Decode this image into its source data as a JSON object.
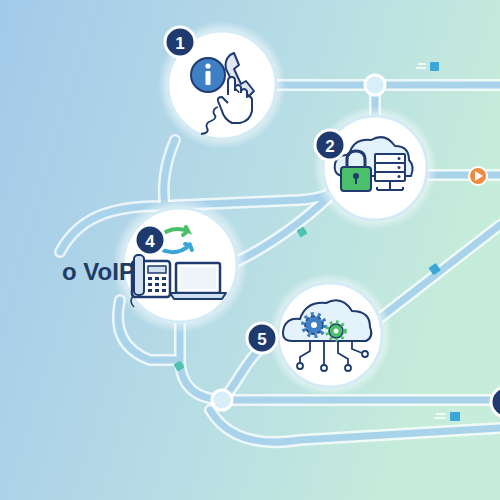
{
  "diagram": {
    "title": "o VoIP",
    "labels": [
      "1",
      "2",
      "4",
      "5"
    ]
  }
}
